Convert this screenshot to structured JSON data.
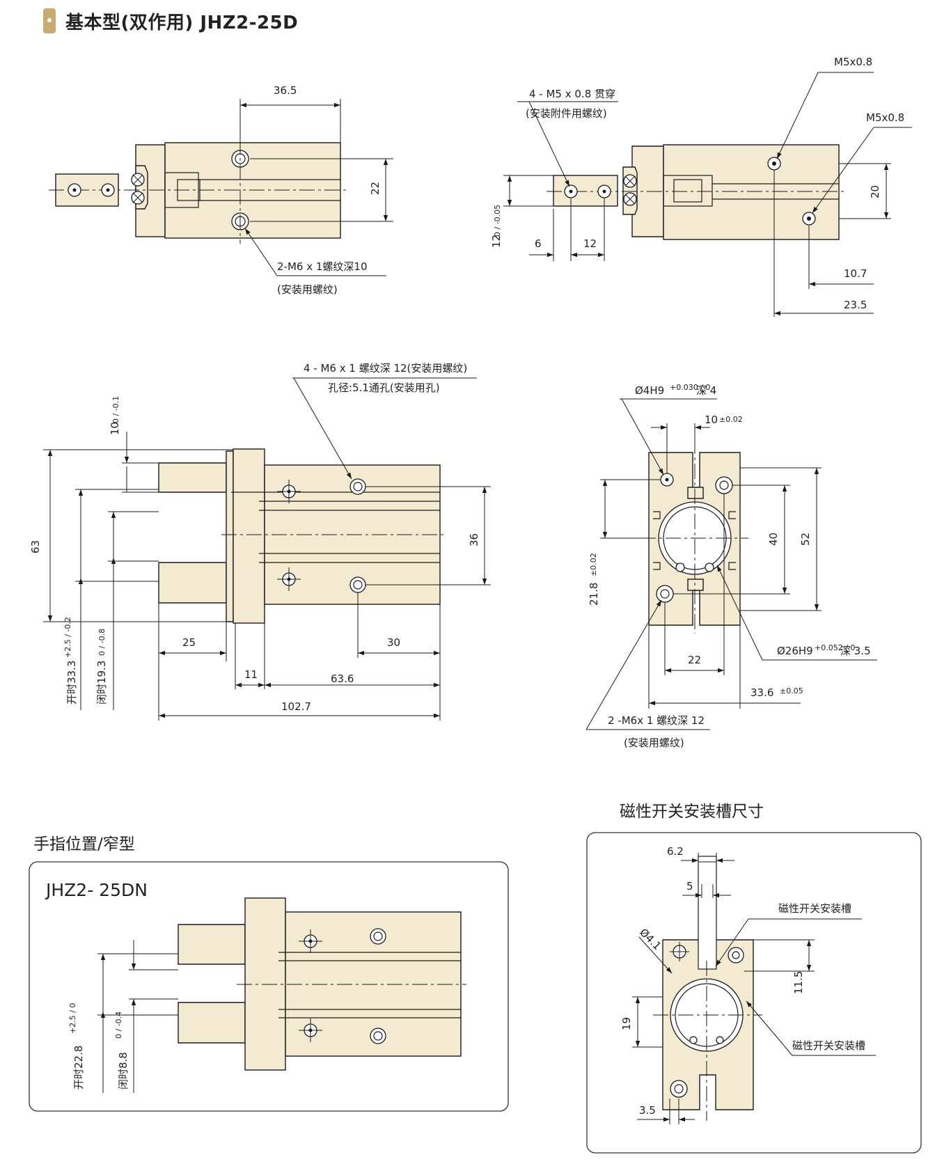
{
  "header": {
    "title": "基本型(双作用) JHZ2-25D",
    "accent_color": "#c9aa72"
  },
  "body_color": "#f3ead1",
  "view1": {
    "dim_width": "36.5",
    "dim_height": "22",
    "note_line1": "2-M6 x 1螺纹深10",
    "note_line2": "(安装用螺纹)"
  },
  "view2": {
    "thru_note_line1": "4 - M5 x 0.8 贯穿",
    "thru_note_line2": "(安装附件用螺纹)",
    "port_top": "M5x0.8",
    "port_right": "M5x0.8",
    "dim_height": "20",
    "dim_left_h": "12",
    "dim_left_h_tol": "0 / -0.05",
    "dim_a": "6",
    "dim_b": "12",
    "dim_c": "10.7",
    "dim_d": "23.5"
  },
  "view3": {
    "note_line1": "4 - M6 x 1 螺纹深 12(安装用螺纹)",
    "note_line2": "孔径:5.1通孔(安装用孔)",
    "dim_finger": "10",
    "dim_finger_tol": "0 / -0.1",
    "dim_total_h": "63",
    "dim_bore_pitch": "36",
    "dim_open": "开时33.3",
    "dim_open_tol": "+2.5 / -0.2",
    "dim_closed": "闭时19.3",
    "dim_closed_tol": "0 / -0.8",
    "dim_finger_len": "25",
    "dim_pitch_30": "30",
    "dim_flange": "11",
    "dim_body": "63.6",
    "dim_overall": "102.7"
  },
  "view4": {
    "pin_note": "Ø4H9",
    "pin_tol": "+0.030 / 0",
    "pin_depth": "深 4",
    "dim_10": "10",
    "dim_10_tol": "±0.02",
    "dim_40": "40",
    "dim_52": "52",
    "dim_21_8": "21.8",
    "dim_21_8_tol": "±0.02",
    "bore_note": "Ø26H9",
    "bore_tol": "+0.052 / 0",
    "bore_depth": "深 3.5",
    "dim_22": "22",
    "dim_33_6": "33.6",
    "dim_33_6_tol": "±0.05",
    "note_line1": "2 -M6x 1 螺纹深 12",
    "note_line2": "(安装用螺纹)"
  },
  "section_finger": {
    "title": "手指位置/窄型",
    "model": "JHZ2- 25DN",
    "dim_open": "开时22.8",
    "dim_open_tol": "+2.5 / 0",
    "dim_closed": "闭时8.8",
    "dim_closed_tol": "0 / -0.4"
  },
  "section_switch": {
    "title": "磁性开关安装槽尺寸",
    "dim_6_2": "6.2",
    "dim_5": "5",
    "dim_d4_1": "Ø4.1",
    "slot_label_top": "磁性开关安装槽",
    "slot_label_bottom": "磁性开关安装槽",
    "dim_11_5": "11.5",
    "dim_19": "19",
    "dim_3_5": "3.5"
  }
}
